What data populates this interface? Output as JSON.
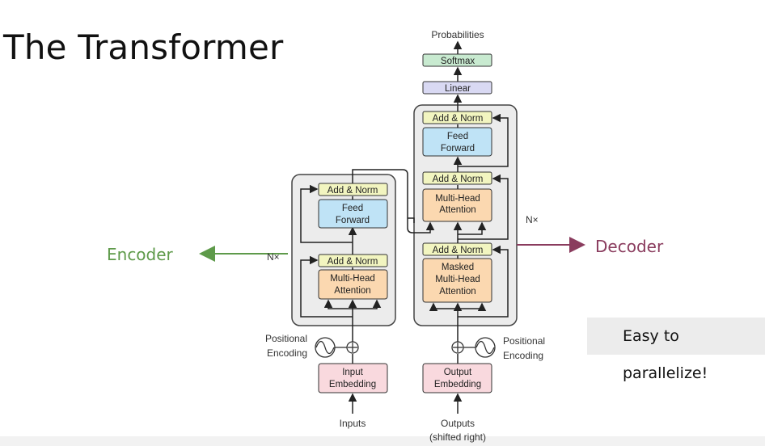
{
  "title": "The Transformer",
  "encoder_label": "Encoder",
  "decoder_label": "Decoder",
  "note": "Easy to parallelize!",
  "colors": {
    "encoder": "#5e9a4a",
    "decoder": "#8a3c5e",
    "add_norm": "#f2f5c0",
    "feed_forward": "#bfe3f6",
    "attention": "#fbd8b0",
    "embedding": "#f9d9de",
    "linear": "#d9d9f3",
    "softmax": "#c8ead0",
    "stack": "#ececec"
  },
  "diagram": {
    "probabilities": "Probabilities",
    "softmax": "Softmax",
    "linear": "Linear",
    "add_norm": "Add & Norm",
    "feed_forward": [
      "Feed",
      "Forward"
    ],
    "multi_head_attention": [
      "Multi-Head",
      "Attention"
    ],
    "masked_attention": [
      "Masked",
      "Multi-Head",
      "Attention"
    ],
    "nx": "N×",
    "positional_encoding": [
      "Positional",
      "Encoding"
    ],
    "input_embedding": [
      "Input",
      "Embedding"
    ],
    "output_embedding": [
      "Output",
      "Embedding"
    ],
    "inputs": "Inputs",
    "outputs": [
      "Outputs",
      "(shifted right)"
    ]
  }
}
